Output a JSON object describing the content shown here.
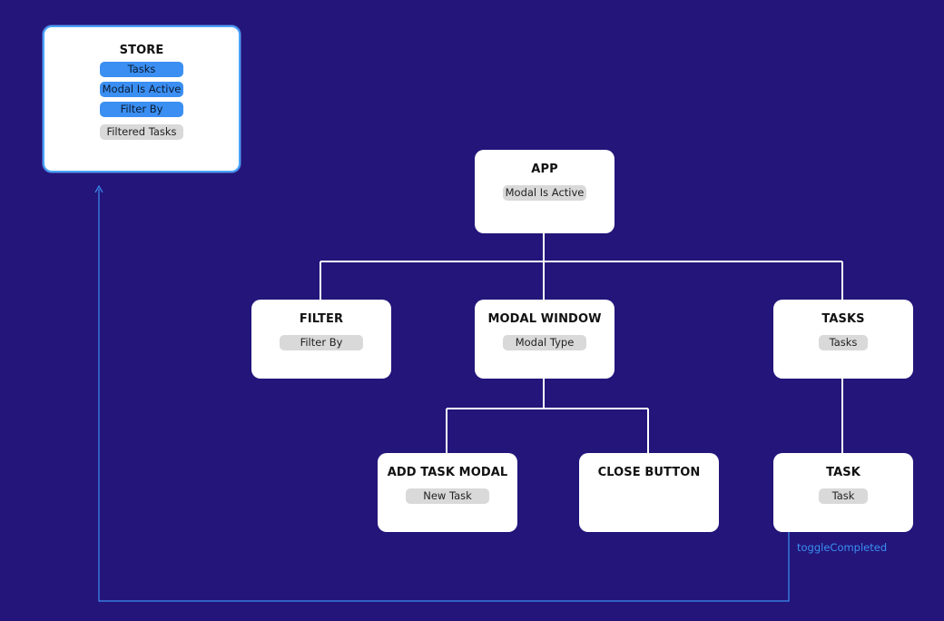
{
  "store": {
    "title": "STORE",
    "items": [
      {
        "label": "Tasks",
        "active": true
      },
      {
        "label": "Modal Is Active",
        "active": true
      },
      {
        "label": "Filter By",
        "active": true
      },
      {
        "label": "Filtered Tasks",
        "active": false
      }
    ]
  },
  "nodes": {
    "app": {
      "title": "APP",
      "prop": "Modal Is Active"
    },
    "filter": {
      "title": "FILTER",
      "prop": "Filter By"
    },
    "modal_window": {
      "title": "MODAL WINDOW",
      "prop": "Modal Type"
    },
    "tasks": {
      "title": "TASKS",
      "prop": "Tasks"
    },
    "add_task_modal": {
      "title": "ADD TASK MODAL",
      "prop": "New Task"
    },
    "close_button": {
      "title": "CLOSE BUTTON"
    },
    "task": {
      "title": "TASK",
      "prop": "Task"
    }
  },
  "event": {
    "label": "toggleCompleted"
  },
  "colors": {
    "background": "#23157a",
    "connector": "#ffffff",
    "store_border": "#4aa3ff",
    "active_pill": "#3b8ff2",
    "inactive_pill": "#d9d9d9",
    "event_line": "#3b8ff2"
  }
}
